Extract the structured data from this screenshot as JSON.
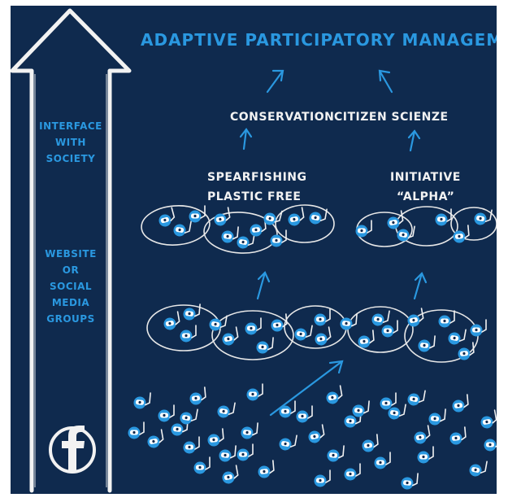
{
  "title": "ADAPTIVE PARTICIPATORY MANAGEMENT",
  "labels": {
    "conservation": "CONSERVATION",
    "citizen_science": "CITIZEN SCIENZE",
    "spearfishing": "SPEARFISHING",
    "plastic_free": "PLASTIC FREE",
    "initiative": "INITIATIVE",
    "alpha": "“ALPHA”"
  },
  "side_labels": {
    "interface": "INTERFACE\nWITH\nSOCIETY",
    "website": "WEBSITE\nOR\nSOCIAL\nMEDIA\nGROUPS"
  },
  "colors": {
    "background": "#0f2a4e",
    "accent": "#2a98e0",
    "chalk": "#f2f2f2"
  },
  "icons": [
    "up-arrow-icon",
    "facebook-icon",
    "diver-icon",
    "group-outline-icon",
    "flow-arrow-icon"
  ]
}
